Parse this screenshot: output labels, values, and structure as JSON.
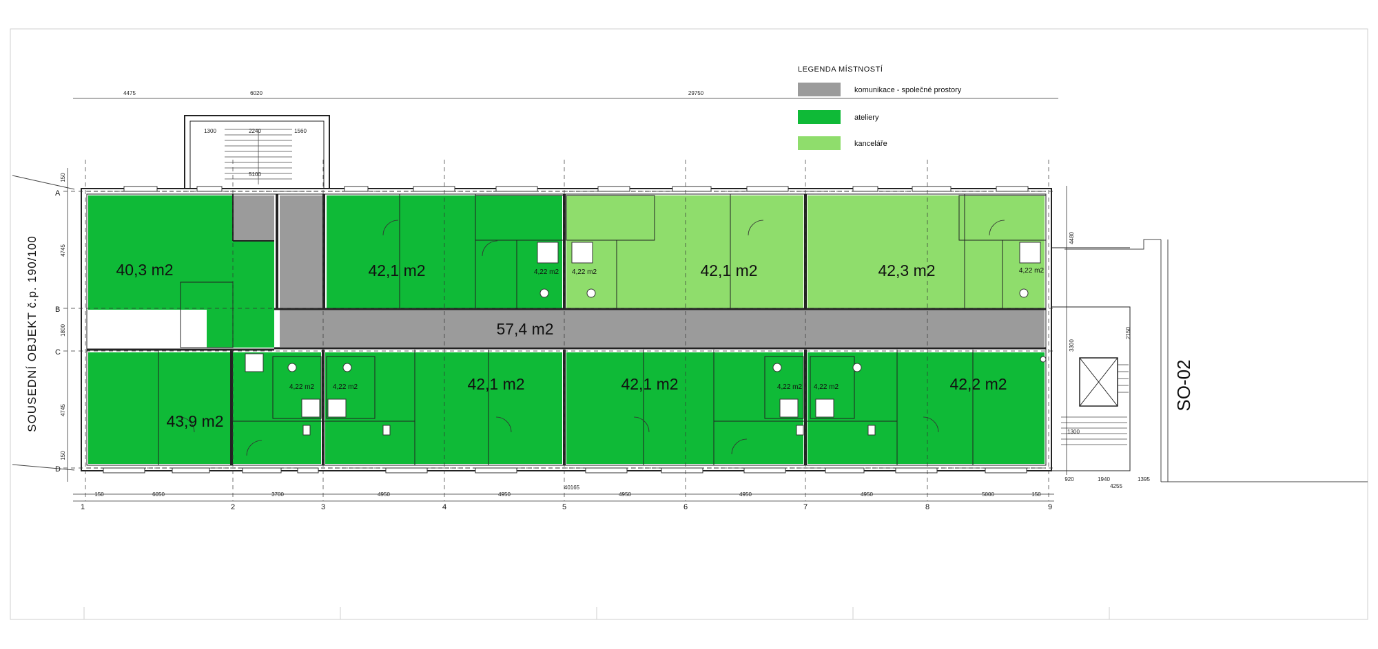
{
  "legend": {
    "title": "LEGENDA MÍSTNOSTÍ",
    "items": [
      {
        "label": "komunikace - společné prostory",
        "color": "#9b9b9b"
      },
      {
        "label": "ateliery",
        "color": "#0fba37"
      },
      {
        "label": "kanceláře",
        "color": "#8fdd6c"
      }
    ]
  },
  "colors": {
    "atelier": "#0fba37",
    "office": "#8fdd6c",
    "common": "#9b9b9b",
    "wall": "#222222"
  },
  "rooms": {
    "r1": "40,3 m2",
    "r2": "42,1 m2",
    "r3": "42,1 m2",
    "r4": "42,3 m2",
    "corridor": "57,4 m2",
    "r5": "43,9 m2",
    "r6": "42,1 m2",
    "r7": "42,1 m2",
    "r8": "42,2 m2",
    "bath": "4,22 m2"
  },
  "labels": {
    "neighbor": "SOUSEDNÍ OBJEKT č.p. 190/100",
    "so": "SO-02"
  },
  "axes": {
    "rows": [
      "A",
      "B",
      "C",
      "D"
    ],
    "cols": [
      "1",
      "2",
      "3",
      "4",
      "5",
      "6",
      "7",
      "8",
      "9"
    ]
  },
  "dims": {
    "top": [
      "4475",
      "6020",
      "29750"
    ],
    "bottom": [
      "150",
      "6050",
      "3700",
      "4950",
      "4950",
      "4950",
      "4950",
      "4950",
      "5000",
      "150"
    ],
    "total": "40165",
    "left": [
      "150",
      "4745",
      "1800",
      "4745",
      "150"
    ],
    "stair_top": [
      "2240",
      "5100",
      "1300",
      "1560"
    ],
    "right": [
      "4480",
      "2150",
      "3300",
      "1300"
    ],
    "right_bottom": [
      "1940",
      "1395",
      "4255",
      "920"
    ]
  }
}
